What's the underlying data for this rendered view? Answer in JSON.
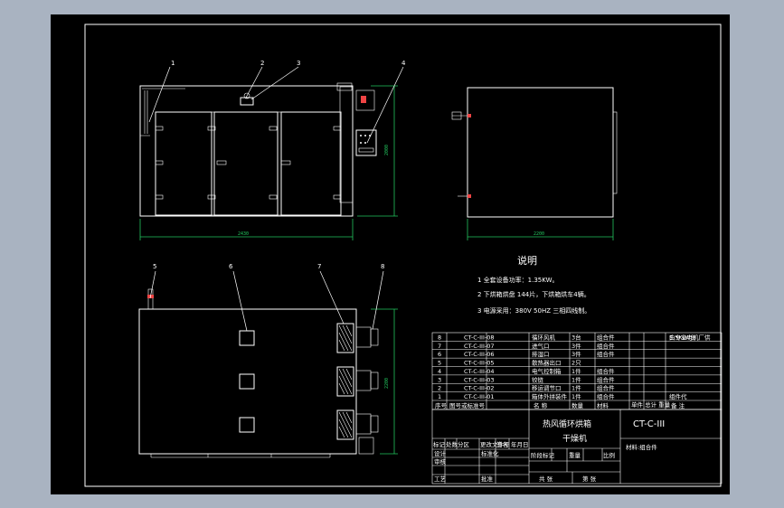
{
  "drawing": {
    "callouts": [
      "1",
      "2",
      "3",
      "4",
      "5",
      "6",
      "7",
      "8"
    ],
    "dimensions": {
      "front_width": "2430",
      "front_height": "2000",
      "side_width": "2200",
      "top_height": "2200"
    }
  },
  "notes": {
    "title": "说明",
    "items": [
      "1  全套设备功率：1.35KW。",
      "2  下烘箱烘盘 144片，下烘箱烘车4辆。",
      "3  电源采用：380V 50HZ 三相四线制。"
    ]
  },
  "bom": {
    "rows": [
      {
        "no": "8",
        "code": "CT-C-III-08",
        "name": "循环风机",
        "qty": "3台",
        "mat": "组合件",
        "remark": "5.5KW/台",
        "remark2": "由专业电机厂供"
      },
      {
        "no": "7",
        "code": "CT-C-III-07",
        "name": "进气口",
        "qty": "3件",
        "mat": "组合件",
        "remark": "",
        "remark2": ""
      },
      {
        "no": "6",
        "code": "CT-C-III-06",
        "name": "排湿口",
        "qty": "3件",
        "mat": "组合件",
        "remark": "",
        "remark2": ""
      },
      {
        "no": "5",
        "code": "CT-C-III-05",
        "name": "散热器出口",
        "qty": "2只",
        "mat": "",
        "remark": "",
        "remark2": ""
      },
      {
        "no": "4",
        "code": "CT-C-III-04",
        "name": "电气控制箱",
        "qty": "1件",
        "mat": "组合件",
        "remark": "",
        "remark2": ""
      },
      {
        "no": "3",
        "code": "CT-C-III-03",
        "name": "铰链",
        "qty": "1件",
        "mat": "组合件",
        "remark": "",
        "remark2": ""
      },
      {
        "no": "2",
        "code": "CT-C-III-02",
        "name": "移运调节口",
        "qty": "1件",
        "mat": "组合件",
        "remark": "",
        "remark2": ""
      },
      {
        "no": "1",
        "code": "CT-C-III-01",
        "name": "箱体外拼装件",
        "qty": "1件",
        "mat": "组合件",
        "remark": "组件代",
        "remark2": ""
      }
    ],
    "header": {
      "no": "序号",
      "code": "图号或标准号",
      "name": "名   称",
      "qty": "数量",
      "mat": "材料",
      "weight": "单件 总计 重量",
      "remark": "备   注"
    }
  },
  "title_block": {
    "product_line1": "热风循环烘箱",
    "product_line2": "干燥机",
    "model": "CT-C-III",
    "material": "材料:组合件",
    "rows": [
      "标记",
      "处数",
      "分区",
      "更改文件号",
      "签名",
      "年月日"
    ],
    "designer": "设计",
    "checker": "审核",
    "craft": "工艺",
    "standard": "标准化",
    "approve": "批准",
    "stage": "阶段标记",
    "weight": "重量",
    "scale": "比例",
    "sheet_total": "共   张",
    "sheet_no": "第   张"
  }
}
